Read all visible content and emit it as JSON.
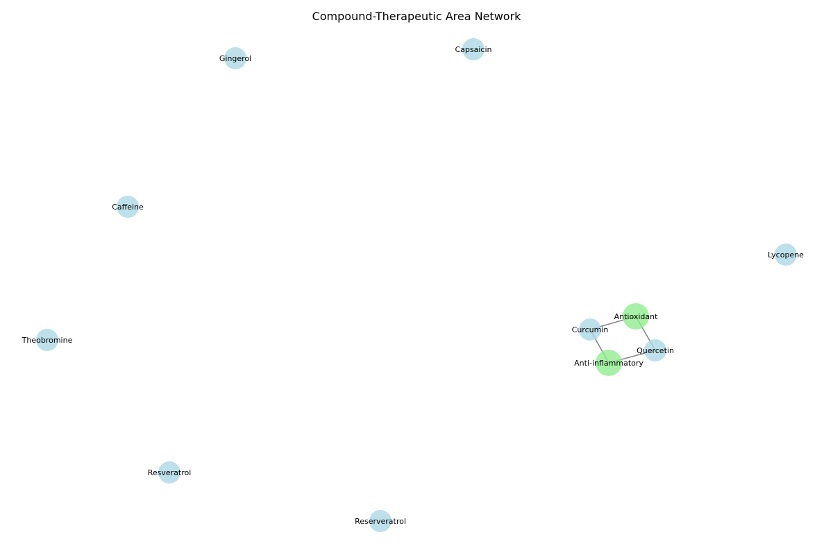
{
  "title": "Compound-Therapeutic Area Network",
  "colors": {
    "compound": "#add8e6",
    "therapeutic_area": "#90ee90",
    "edge": "#808080"
  },
  "nodes": [
    {
      "id": "Gingerol",
      "label": "Gingerol",
      "type": "compound"
    },
    {
      "id": "Capsaicin",
      "label": "Capsaicin",
      "type": "compound"
    },
    {
      "id": "Caffeine",
      "label": "Caffeine",
      "type": "compound"
    },
    {
      "id": "Lycopene",
      "label": "Lycopene",
      "type": "compound"
    },
    {
      "id": "Theobromine",
      "label": "Theobromine",
      "type": "compound"
    },
    {
      "id": "Antioxidant",
      "label": "Antioxidant",
      "type": "therapeutic_area"
    },
    {
      "id": "Curcumin",
      "label": "Curcumin",
      "type": "compound"
    },
    {
      "id": "Quercetin",
      "label": "Quercetin",
      "type": "compound"
    },
    {
      "id": "Anti-inflammatory",
      "label": "Anti-inflammatory",
      "type": "therapeutic_area"
    },
    {
      "id": "Resveratrol",
      "label": "Resveratrol",
      "type": "compound"
    },
    {
      "id": "Reserveratrol",
      "label": "Reserveratrol",
      "type": "compound"
    }
  ],
  "edges": [
    {
      "source": "Curcumin",
      "target": "Antioxidant"
    },
    {
      "source": "Curcumin",
      "target": "Anti-inflammatory"
    },
    {
      "source": "Quercetin",
      "target": "Antioxidant"
    },
    {
      "source": "Quercetin",
      "target": "Anti-inflammatory"
    }
  ]
}
